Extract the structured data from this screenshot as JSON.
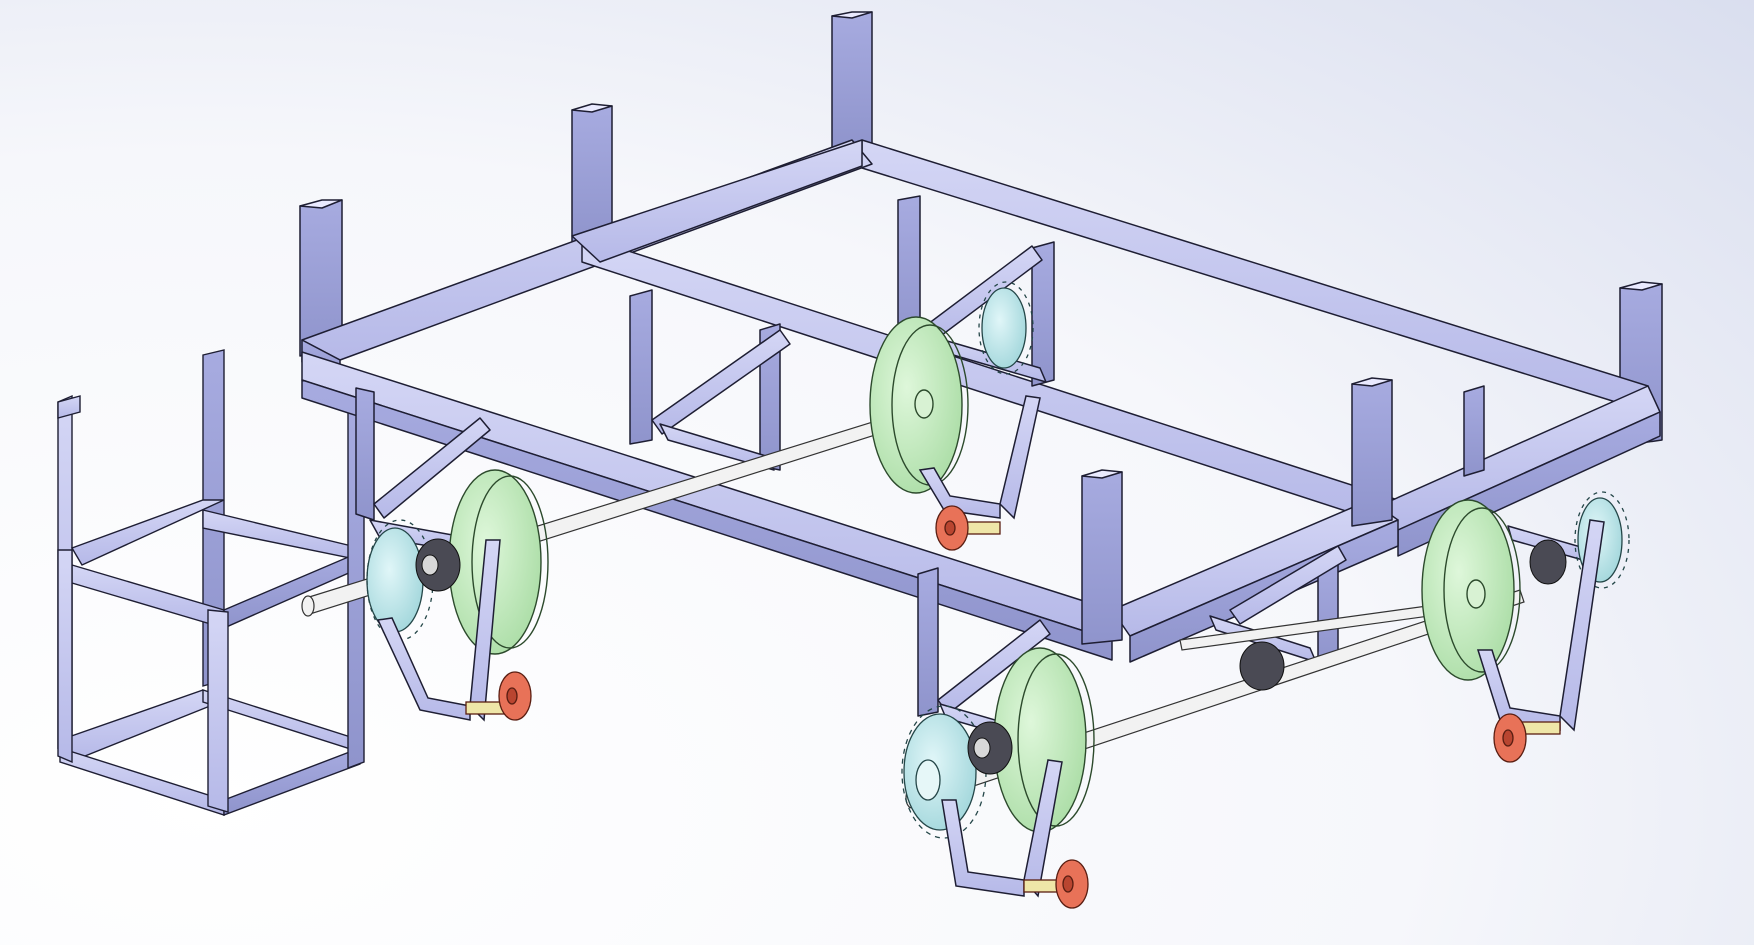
{
  "viewport": {
    "label": ""
  },
  "colors": {
    "background_light": "#ffffff",
    "background_tint": "#dde2f2",
    "frame_fill_light": "#c6c9f0",
    "frame_fill_mid": "#aeb2e2",
    "frame_fill_dark": "#8d92c8",
    "frame_stroke": "#1e1e33",
    "sprocket": "#bfe7ea",
    "pulley": "#c8efc3",
    "wheel_red": "#e87258",
    "wheel_hub": "#efe6a8",
    "bearing": "#404048",
    "shaft": "#f2f2f2"
  },
  "components": {
    "main_frame": "main-frame",
    "side_cage": "side-cage",
    "axles": [
      "front-axle",
      "middle-axle",
      "rear-axle"
    ],
    "legs": [
      "leg-front-left",
      "leg-front-right",
      "leg-rear-left",
      "leg-rear-right"
    ]
  }
}
